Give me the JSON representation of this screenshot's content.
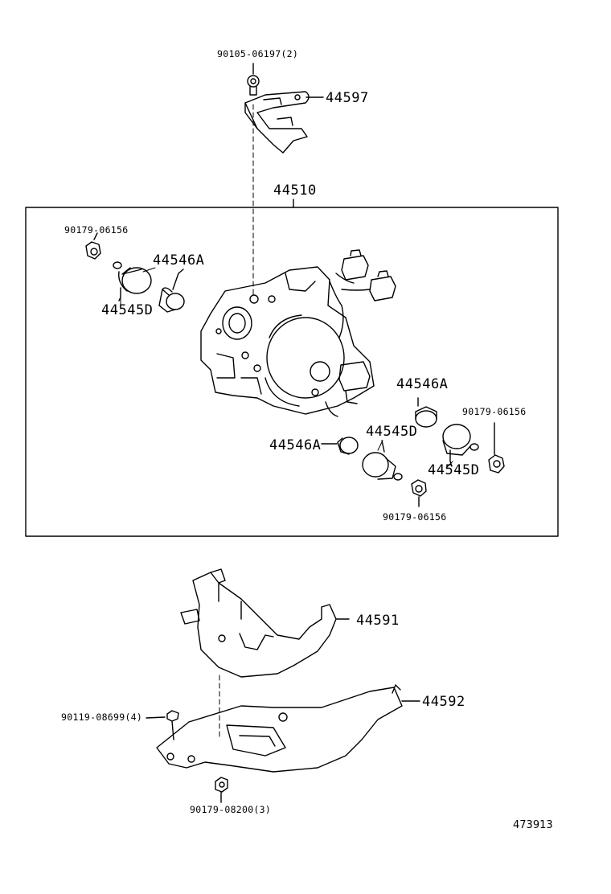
{
  "diagram": {
    "figure_number": "473913",
    "group_label": "44510",
    "parts": {
      "p90105_06197": "90105-06197(2)",
      "p44597": "44597",
      "p90179_06156_a": "90179-06156",
      "p44546A_a": "44546A",
      "p44545D_a": "44545D",
      "p44546A_b": "44546A",
      "p90179_06156_b": "90179-06156",
      "p44545D_b": "44545D",
      "p44546A_c": "44546A",
      "p44545D_c": "44545D",
      "p90179_06156_c": "90179-06156",
      "p44591": "44591",
      "p44592": "44592",
      "p90119_08699": "90119-08699(4)",
      "p90179_08200": "90179-08200(3)"
    }
  }
}
